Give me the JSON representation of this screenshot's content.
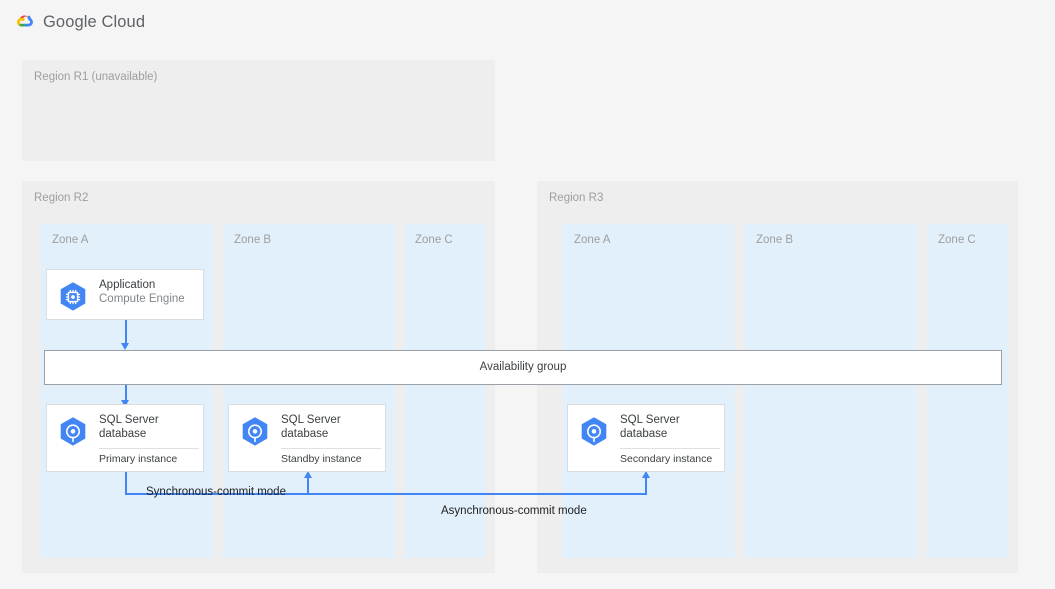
{
  "header": {
    "logo_icon": "google-cloud-logo-icon",
    "brand": "Google Cloud",
    "colors": {
      "logo_red": "#ea4335",
      "logo_blue": "#4285f4",
      "logo_yellow": "#fbbc04",
      "logo_green": "#34a853"
    }
  },
  "diagram": {
    "accent_color": "#4285f4",
    "region_bg": "#eeeeee",
    "zone_bg": "#e1f0fb",
    "regions": [
      {
        "id": "r1",
        "label": "Region R1 (unavailable)",
        "zones": []
      },
      {
        "id": "r2",
        "label": "Region R2",
        "zones": [
          {
            "id": "r2-zone-a",
            "label": "Zone A"
          },
          {
            "id": "r2-zone-b",
            "label": "Zone B"
          },
          {
            "id": "r2-zone-c",
            "label": "Zone C"
          }
        ]
      },
      {
        "id": "r3",
        "label": "Region R3",
        "zones": [
          {
            "id": "r3-zone-a",
            "label": "Zone A"
          },
          {
            "id": "r3-zone-b",
            "label": "Zone B"
          },
          {
            "id": "r3-zone-c",
            "label": "Zone C"
          }
        ]
      }
    ],
    "cards": [
      {
        "id": "application",
        "icon": "compute-engine-icon",
        "title": "Application",
        "subtitle": "Compute Engine",
        "footer": ""
      },
      {
        "id": "primary-db",
        "icon": "sql-server-database-icon",
        "title": "SQL Server\ndatabase",
        "subtitle": "",
        "footer": "Primary instance"
      },
      {
        "id": "standby-db",
        "icon": "sql-server-database-icon",
        "title": "SQL Server\ndatabase",
        "subtitle": "",
        "footer": "Standby instance"
      },
      {
        "id": "secondary-db",
        "icon": "sql-server-database-icon",
        "title": "SQL Server\ndatabase",
        "subtitle": "",
        "footer": "Secondary instance"
      }
    ],
    "availability_group": {
      "label": "Availability group"
    },
    "connectors": [
      {
        "id": "sync",
        "label": "Synchronous-commit mode"
      },
      {
        "id": "async",
        "label": "Asynchronous-commit mode"
      }
    ]
  }
}
